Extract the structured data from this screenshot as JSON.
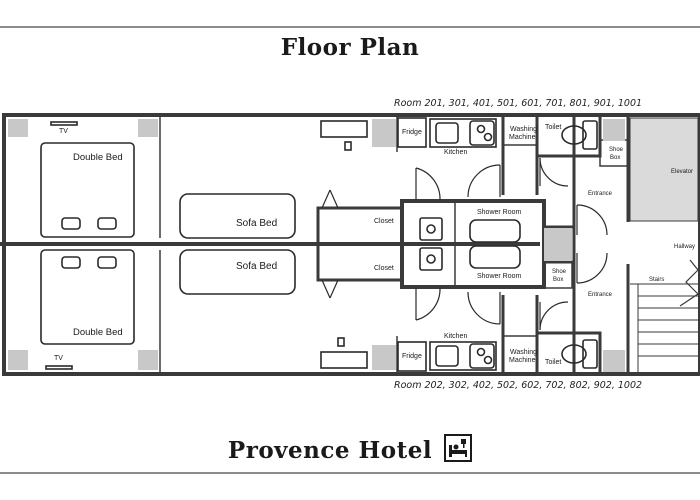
{
  "title": "Floor Plan",
  "hotel_name": "Provence Hotel",
  "rooms_top": "Room 201, 301, 401, 501, 601, 701, 801, 901, 1001",
  "rooms_bottom": "Room 202, 302, 402, 502, 602, 702, 802, 902, 1002",
  "labels": {
    "tv": "TV",
    "double_bed": "Double Bed",
    "sofa_bed": "Sofa Bed",
    "closet": "Closet",
    "fridge": "Fridge",
    "kitchen": "Kitchen",
    "washing_machine_1": "Washing",
    "washing_machine_2": "Machine",
    "toilet": "Toilet",
    "shower_room": "Shower Room",
    "shoe_box_1": "Shoe",
    "shoe_box_2": "Box",
    "entrance": "Entrance",
    "elevator": "Elevator",
    "hallway": "Hallway",
    "stairs": "Stairs"
  },
  "icons": [
    "hotel-bed-icon"
  ],
  "colors": {
    "wall": "#3a3a3a",
    "fixture_gray": "#c8c8c8",
    "elevator_fill": "#dadada"
  }
}
